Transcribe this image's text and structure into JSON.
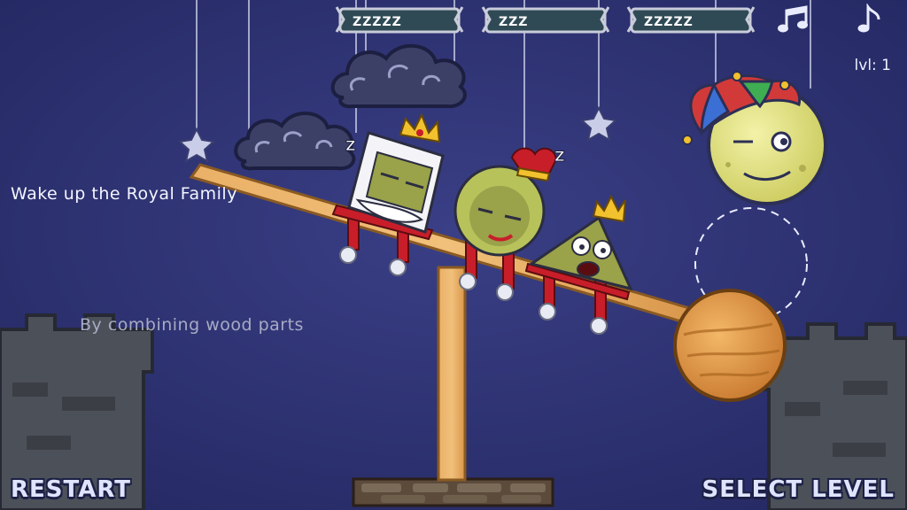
{
  "hud": {
    "level_label": "lvl: 1",
    "sleep_bars": [
      "ZZZZZ",
      "ZZZ",
      "ZZZZZ"
    ],
    "music_icon": "music-note-double-icon",
    "sound_icon": "music-note-single-icon"
  },
  "hints": {
    "line1": "Wake up the Royal Family",
    "line2": "By combining wood parts"
  },
  "buttons": {
    "restart": "RESTART",
    "select_level": "SELECT LEVEL"
  },
  "characters": {
    "king_snore": "Z",
    "queen_snore": "Z"
  },
  "colors": {
    "background": "#2a2f6b",
    "wood": "#e0a255",
    "royal_red": "#c81e2a",
    "crown_gold": "#f2c12e",
    "royal_green": "#9da64a"
  }
}
